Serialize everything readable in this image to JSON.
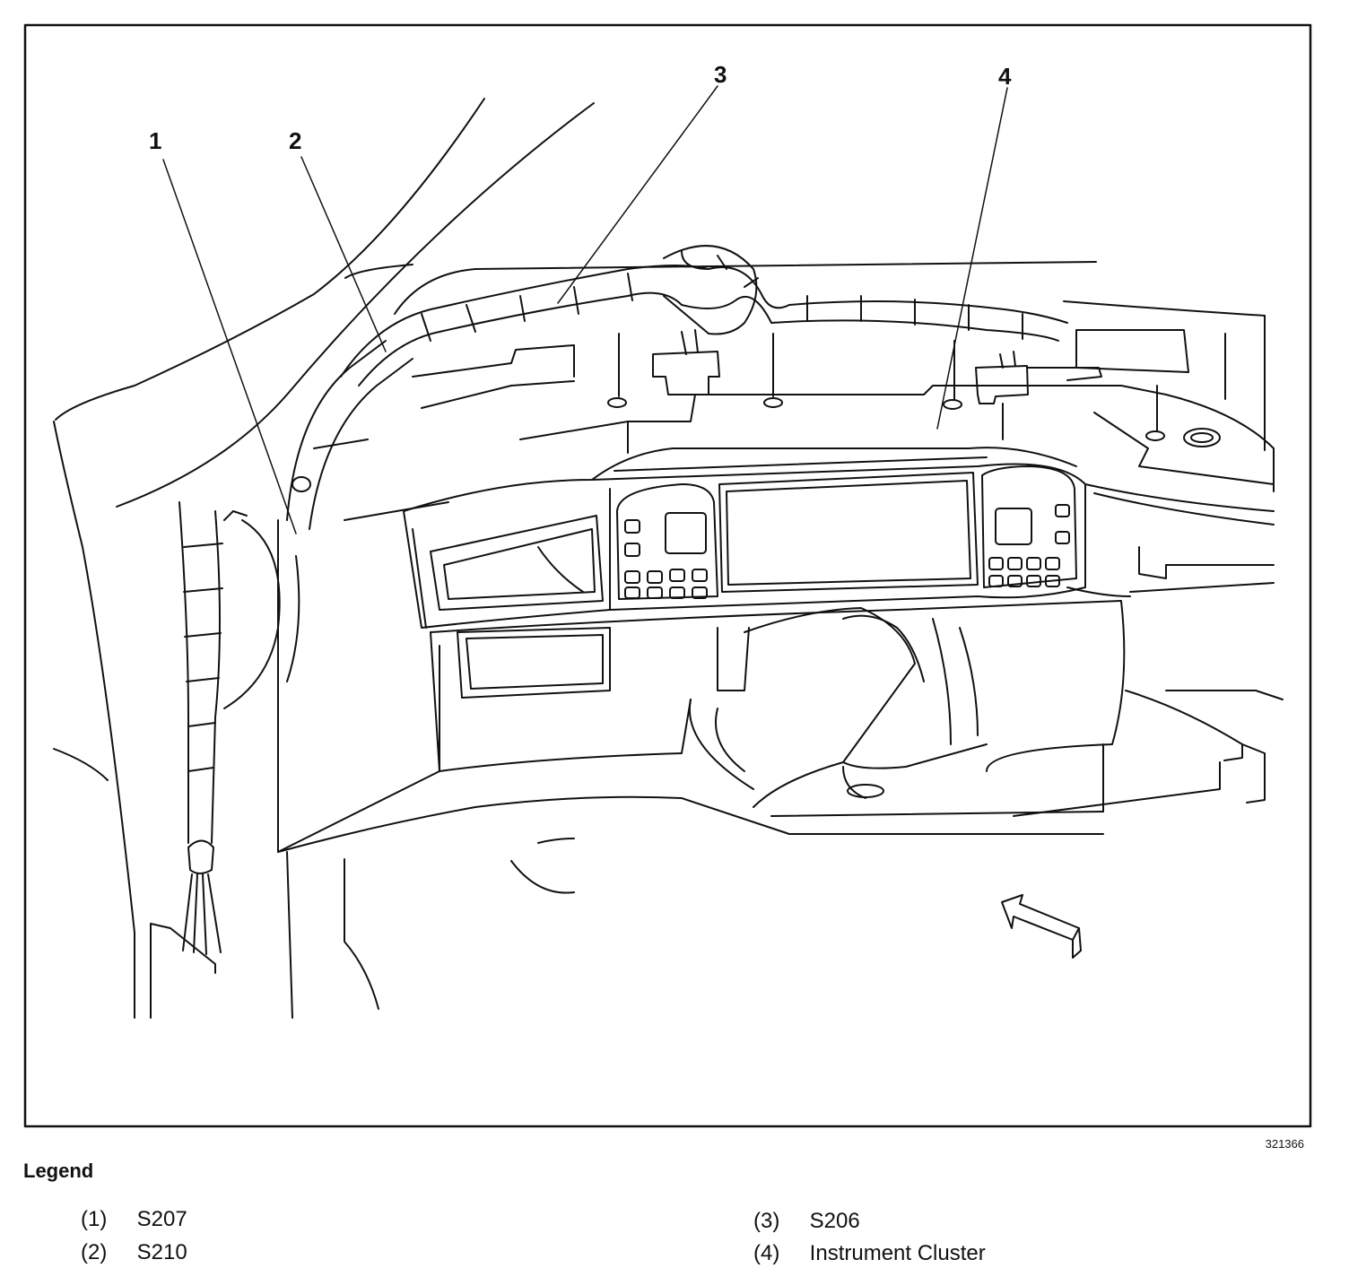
{
  "callouts": [
    "1",
    "2",
    "3",
    "4"
  ],
  "figure_id": "321366",
  "legend": {
    "title": "Legend",
    "items": [
      {
        "num": "(1)",
        "label": "S207"
      },
      {
        "num": "(2)",
        "label": "S210"
      },
      {
        "num": "(3)",
        "label": "S206"
      },
      {
        "num": "(4)",
        "label": "Instrument Cluster"
      }
    ]
  },
  "colors": {
    "ink": "#111111",
    "paper": "#ffffff"
  }
}
